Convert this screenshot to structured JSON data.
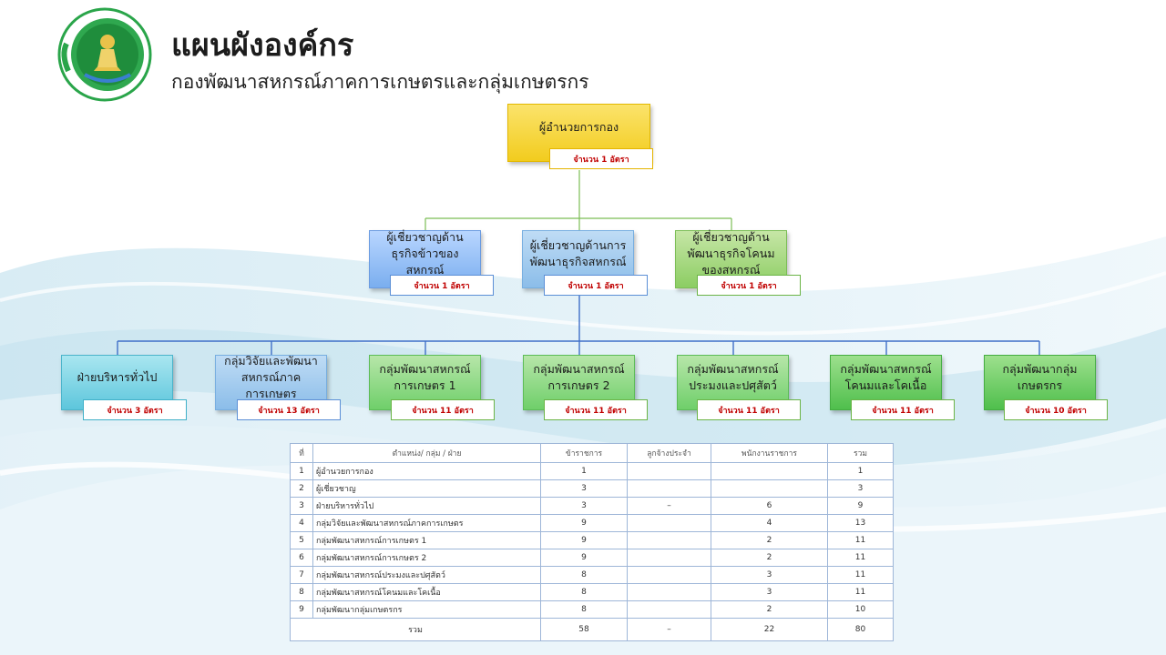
{
  "header": {
    "title": "แผนผังองค์กร",
    "subtitle": "กองพัฒนาสหกรณ์ภาคการเกษตรและกลุ่มเกษตรกร"
  },
  "colors": {
    "director": "#f2cc1e",
    "expert_blue": "#7aaeef",
    "expert_green": "#8ccd63",
    "admin_teal": "#5dc6dc",
    "group_green": "#6fcf6a",
    "count_text": "#c00000",
    "connector_blue": "#3f6fc8",
    "connector_green": "#7bbd55"
  },
  "org": {
    "director": {
      "label": "ผู้อำนวยการกอง",
      "count": "จำนวน  1 อัตรา"
    },
    "experts": [
      {
        "label": "ผู้เชี่ยวชาญด้านธุรกิจข้าวของสหกรณ์",
        "count": "จำนวน 1 อัตรา"
      },
      {
        "label": "ผู้เชี่ยวชาญด้านการพัฒนาธุรกิจสหกรณ์",
        "count": "จำนวน 1 อัตรา"
      },
      {
        "label": "ผู้เชี่ยวชาญด้านพัฒนาธุรกิจโคนมของสหกรณ์",
        "count": "จำนวน 1 อัตรา"
      }
    ],
    "units": [
      {
        "label": "ฝ่ายบริหารทั่วไป",
        "count": "จำนวน  3 อัตรา"
      },
      {
        "label": "กลุ่มวิจัยและพัฒนาสหกรณ์ภาคการเกษตร",
        "count": "จำนวน 13 อัตรา"
      },
      {
        "label": "กลุ่มพัฒนาสหกรณ์การเกษตร 1",
        "count": "จำนวน 11 อัตรา"
      },
      {
        "label": "กลุ่มพัฒนาสหกรณ์การเกษตร 2",
        "count": "จำนวน 11 อัตรา"
      },
      {
        "label": "กลุ่มพัฒนาสหกรณ์ประมงและปศุสัตว์",
        "count": "จำนวน 11 อัตรา"
      },
      {
        "label": "กลุ่มพัฒนาสหกรณ์โคนมและโคเนื้อ",
        "count": "จำนวน 11 อัตรา"
      },
      {
        "label": "กลุ่มพัฒนากลุ่มเกษตรกร",
        "count": "จำนวน 10 อัตรา"
      }
    ]
  },
  "table": {
    "headers": [
      "ที่",
      "ตำแหน่ง/ กลุ่ม / ฝ่าย",
      "ข้าราชการ",
      "ลูกจ้างประจำ",
      "พนักงานราชการ",
      "รวม"
    ],
    "rows": [
      [
        "1",
        "ผู้อำนวยการกอง",
        "1",
        "",
        "",
        "1"
      ],
      [
        "2",
        "ผู้เชี่ยวชาญ",
        "3",
        "",
        "",
        "3"
      ],
      [
        "3",
        "ฝ่ายบริหารทั่วไป",
        "3",
        "–",
        "6",
        "9"
      ],
      [
        "4",
        "กลุ่มวิจัยและพัฒนาสหกรณ์ภาคการเกษตร",
        "9",
        "",
        "4",
        "13"
      ],
      [
        "5",
        "กลุ่มพัฒนาสหกรณ์การเกษตร 1",
        "9",
        "",
        "2",
        "11"
      ],
      [
        "6",
        "กลุ่มพัฒนาสหกรณ์การเกษตร 2",
        "9",
        "",
        "2",
        "11"
      ],
      [
        "7",
        "กลุ่มพัฒนาสหกรณ์ประมงและปศุสัตว์",
        "8",
        "",
        "3",
        "11"
      ],
      [
        "8",
        "กลุ่มพัฒนาสหกรณ์โคนมและโคเนื้อ",
        "8",
        "",
        "3",
        "11"
      ],
      [
        "9",
        "กลุ่มพัฒนากลุ่มเกษตรกร",
        "8",
        "",
        "2",
        "10"
      ]
    ],
    "total": {
      "label": "รวม",
      "civil": "58",
      "permanent": "–",
      "gov_emp": "22",
      "sum": "80"
    }
  }
}
